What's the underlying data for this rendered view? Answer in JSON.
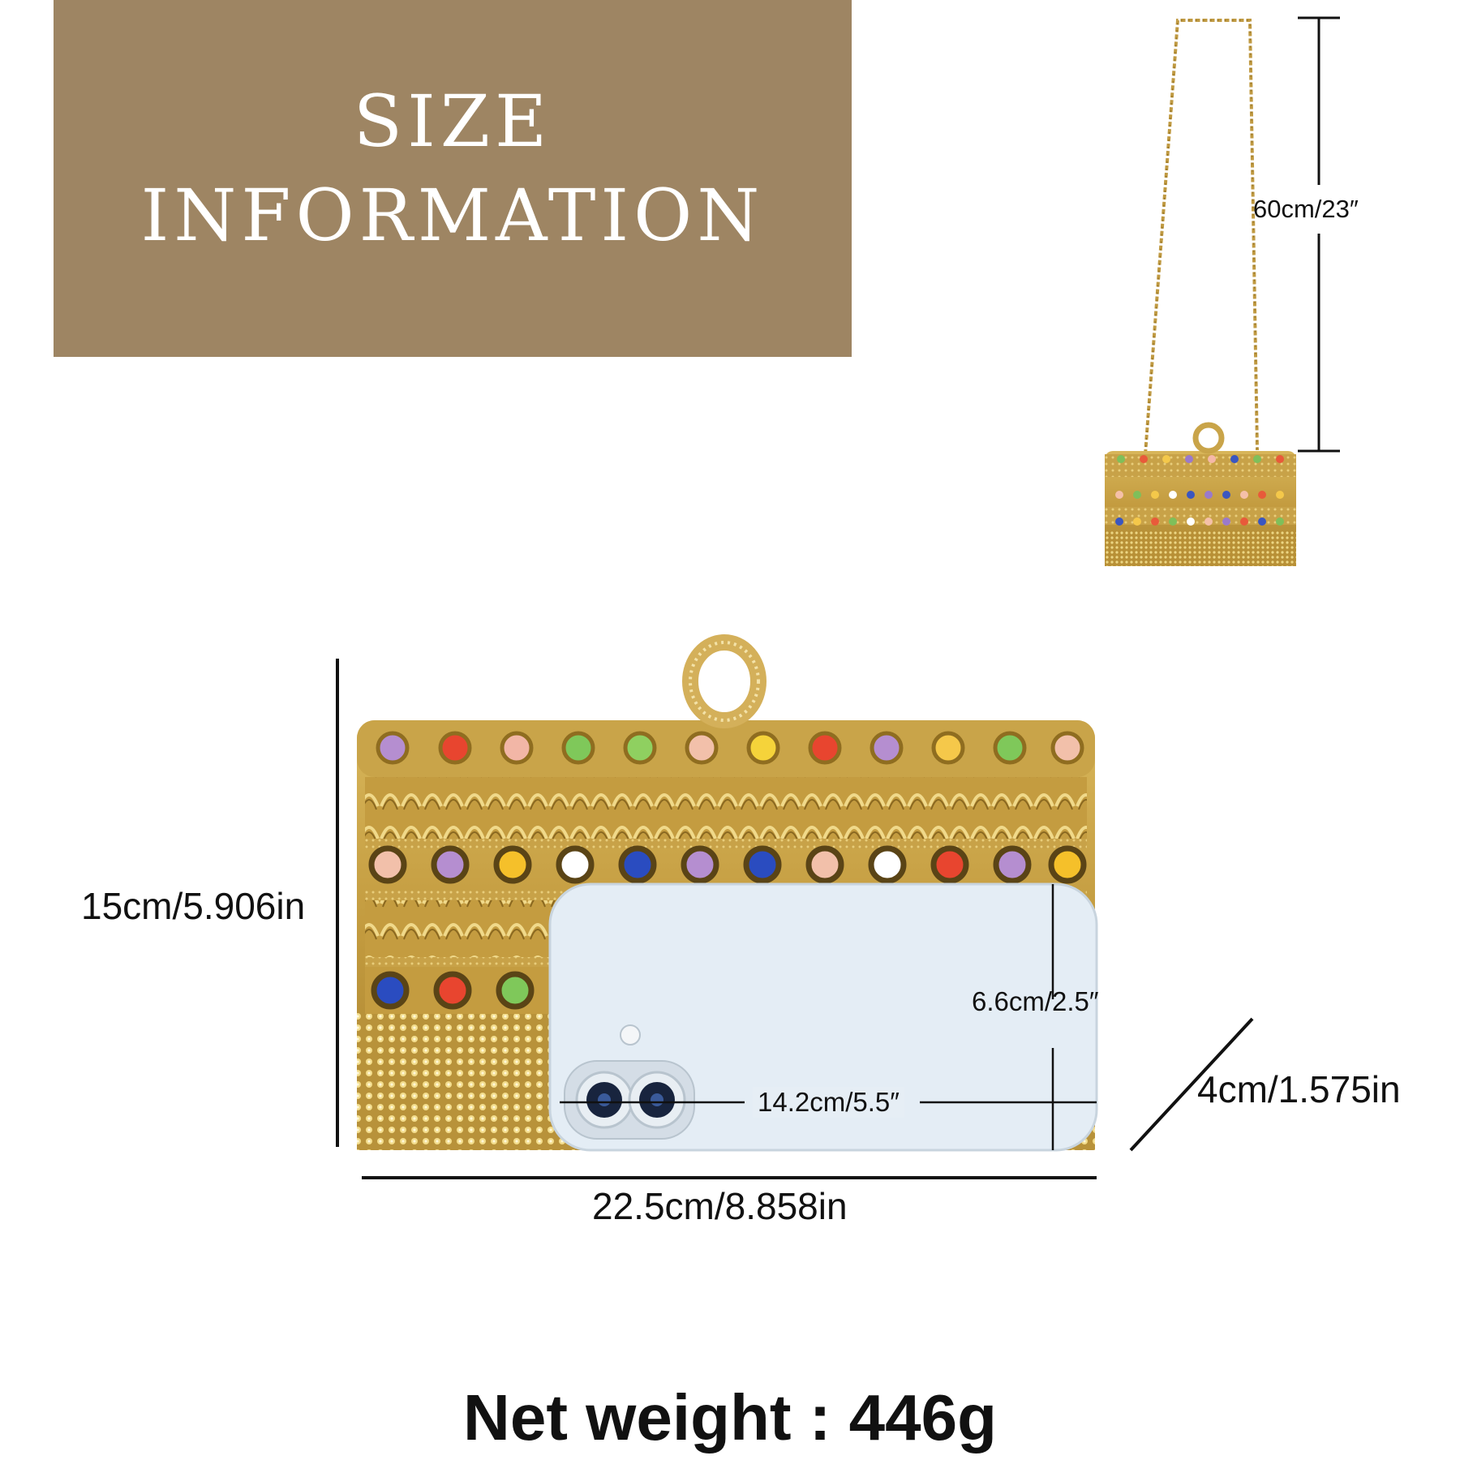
{
  "banner": {
    "title_line1": "SIZE",
    "title_line2": "INFORMATION",
    "background_color": "#9e8563",
    "text_color": "#ffffff"
  },
  "dimensions": {
    "strap_length": "60cm/23″",
    "bag_height": "15cm/5.906in",
    "bag_width": "22.5cm/8.858in",
    "bag_depth": "4cm/1.575in",
    "phone_height": "6.6cm/2.5″",
    "phone_width": "14.2cm/5.5″"
  },
  "net_weight": "Net weight : 446g",
  "colors": {
    "gold": "#c9a449",
    "gold_dark": "#8f6d20",
    "phone_body": "#e4edf5"
  }
}
